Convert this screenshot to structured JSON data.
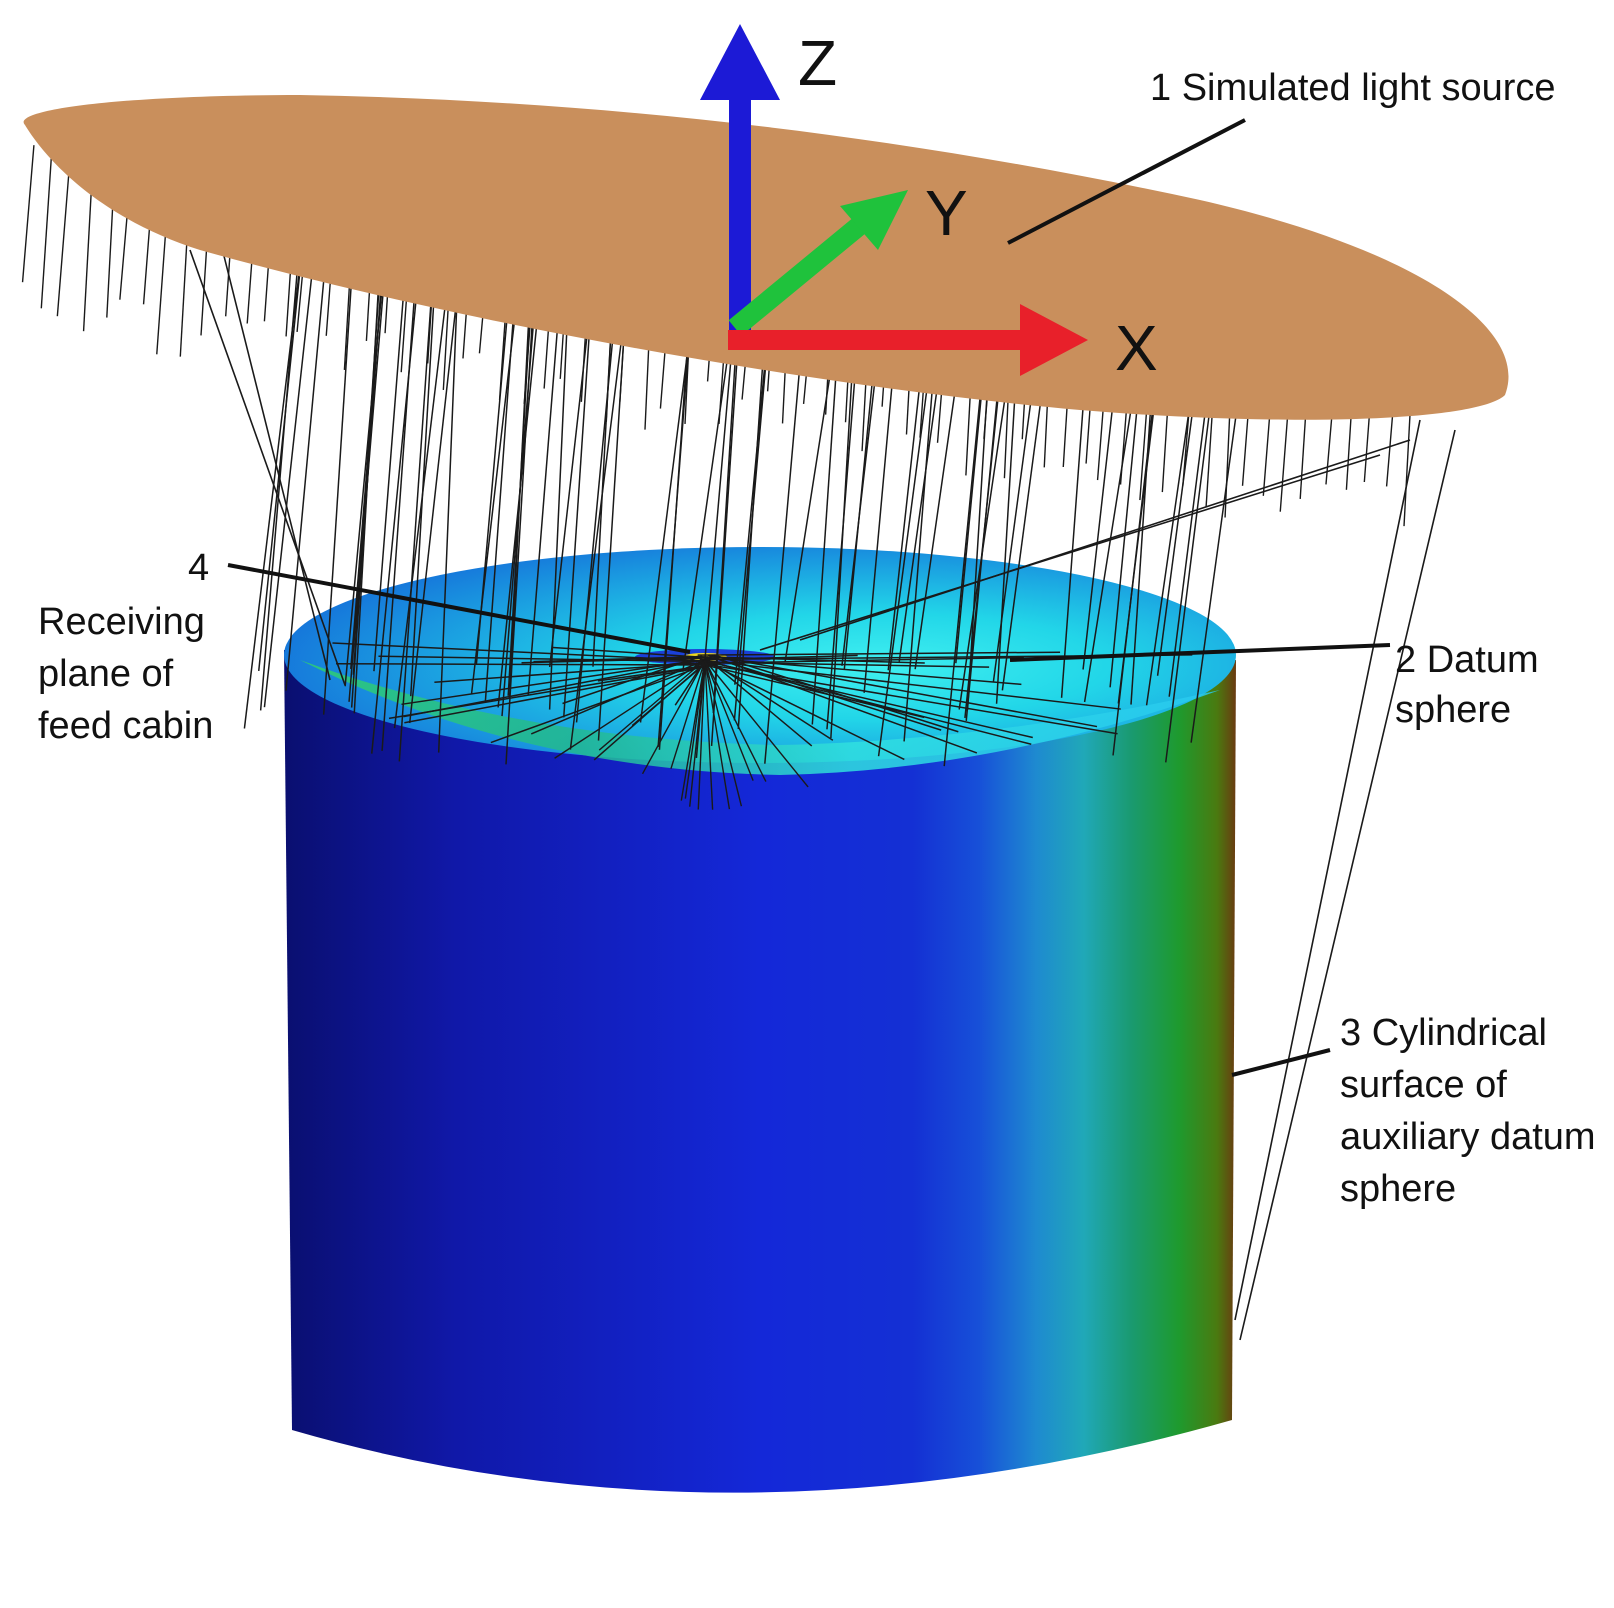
{
  "axes": {
    "x": {
      "label": "X",
      "color": "#e8202a"
    },
    "y": {
      "label": "Y",
      "color": "#1fc23c"
    },
    "z": {
      "label": "Z",
      "color": "#1c1ad6"
    }
  },
  "labels": {
    "light_source": "1 Simulated light source",
    "datum_sphere": [
      "2 Datum",
      "sphere"
    ],
    "cylindrical_surface": [
      "3 Cylindrical",
      "surface of",
      "auxiliary datum",
      "sphere"
    ],
    "receiving_number": "4",
    "receiving_plane": [
      "Receiving",
      "plane of",
      "feed cabin"
    ]
  },
  "colors": {
    "light_source": "#c98f5c",
    "cylinder_dark": "#0a0d6e",
    "cylinder_mid": "#1428d6",
    "cylinder_green": "#1e9a2e",
    "rays": "#1a1a1a"
  }
}
